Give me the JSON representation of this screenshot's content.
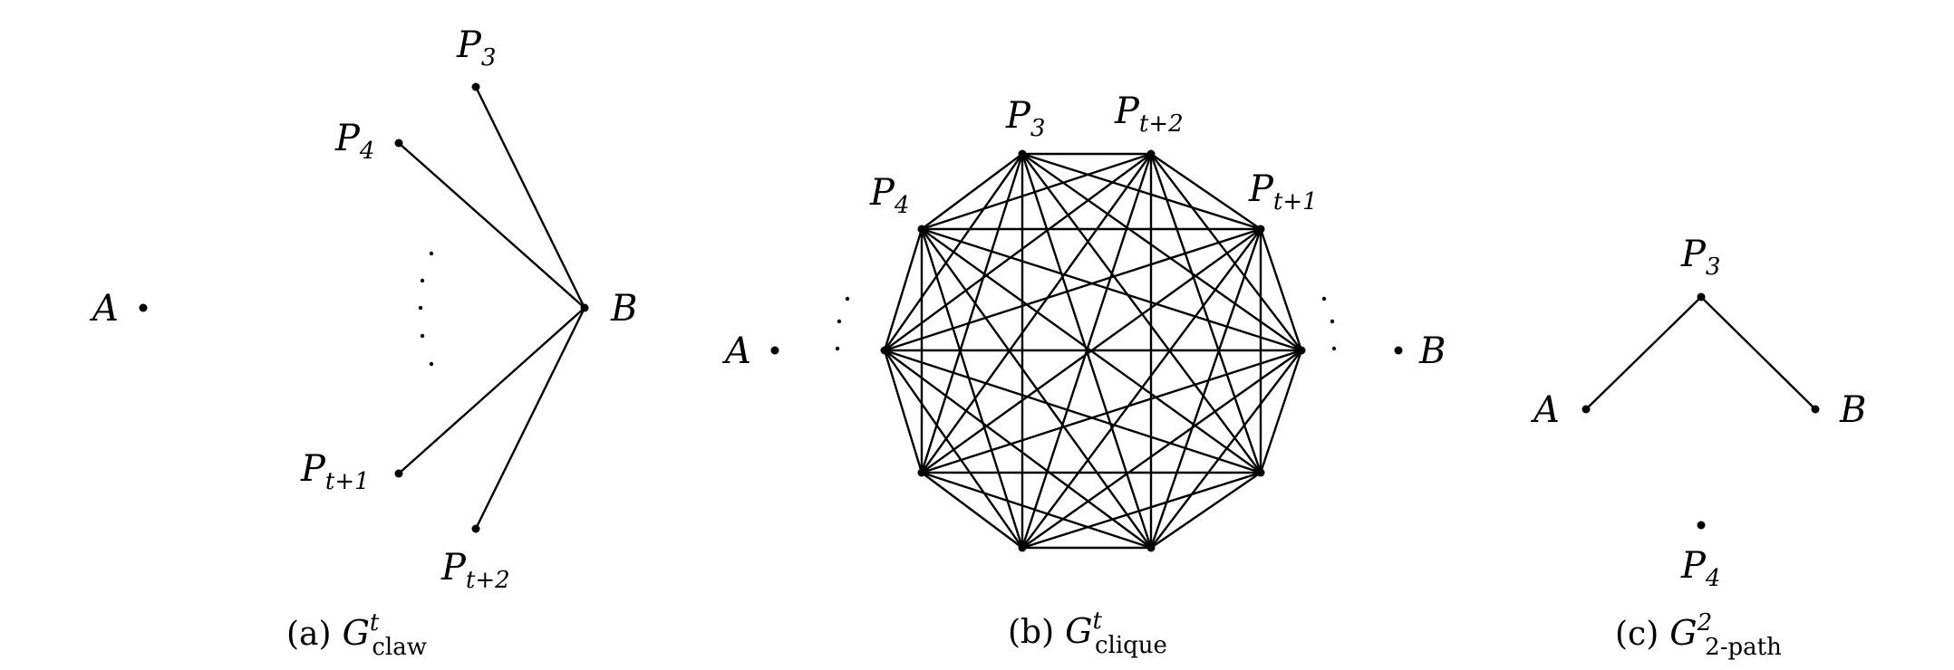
{
  "panels": {
    "claw": {
      "caption": {
        "tag": "(a)",
        "symbol": "G",
        "superscript": "t",
        "subscript": "claw"
      },
      "nodes": {
        "A": {
          "name": "A",
          "sub": ""
        },
        "B": {
          "name": "B",
          "sub": ""
        },
        "P3": {
          "name": "P",
          "sub": "3"
        },
        "P4": {
          "name": "P",
          "sub": "4"
        },
        "Pt1": {
          "name": "P",
          "sub": "t+1"
        },
        "Pt2": {
          "name": "P",
          "sub": "t+2"
        }
      }
    },
    "clique": {
      "caption": {
        "tag": "(b)",
        "symbol": "G",
        "superscript": "t",
        "subscript": "clique"
      },
      "nodes": {
        "A": {
          "name": "A",
          "sub": ""
        },
        "B": {
          "name": "B",
          "sub": ""
        },
        "P3": {
          "name": "P",
          "sub": "3"
        },
        "P4": {
          "name": "P",
          "sub": "4"
        },
        "Pt1": {
          "name": "P",
          "sub": "t+1"
        },
        "Pt2": {
          "name": "P",
          "sub": "t+2"
        }
      }
    },
    "path": {
      "caption": {
        "tag": "(c)",
        "symbol": "G",
        "superscript": "2",
        "subscript": "2-path"
      },
      "nodes": {
        "A": {
          "name": "A",
          "sub": ""
        },
        "B": {
          "name": "B",
          "sub": ""
        },
        "P3": {
          "name": "P",
          "sub": "3"
        },
        "P4": {
          "name": "P",
          "sub": "4"
        }
      }
    }
  }
}
